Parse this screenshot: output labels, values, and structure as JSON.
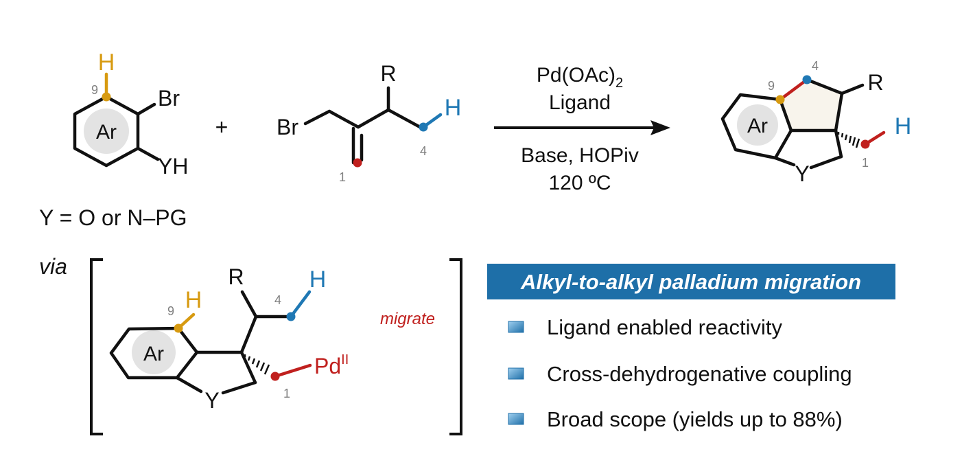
{
  "colors": {
    "gold": "#D79A10",
    "blue": "#1F78B4",
    "red": "#C0201E",
    "banner_bg": "#1E6FA8",
    "banner_text": "#FFFFFF",
    "ar_circle": "#E3E3E3",
    "ring_fill": "#F8F4EC",
    "bullet": "#2B7FB8"
  },
  "reactant1": {
    "h_label": "H",
    "locant_9": "9",
    "br_label": "Br",
    "yh_label": "YH",
    "ar_label": "Ar"
  },
  "plus": "+",
  "reactant2": {
    "br_label": "Br",
    "r_label": "R",
    "h_label": "H",
    "locant_4": "4",
    "locant_1": "1"
  },
  "conditions": {
    "catalyst": "Pd(OAc)",
    "catalyst_subscript": "2",
    "ligand": "Ligand",
    "base": "Base, HOPiv",
    "temperature": "120 ºC"
  },
  "product": {
    "ar_label": "Ar",
    "locant_9": "9",
    "locant_4": "4",
    "r_label": "R",
    "h_label": "H",
    "locant_1": "1",
    "y_label": "Y"
  },
  "y_definition": "Y = O or N–PG",
  "intermediate": {
    "via_label": "via",
    "ar_label": "Ar",
    "locant_9": "9",
    "h_gold": "H",
    "r_label": "R",
    "locant_4": "4",
    "h_blue": "H",
    "y_label": "Y",
    "locant_1": "1",
    "pd_label": "Pd",
    "pd_oxidation": "II",
    "migrate_label": "migrate"
  },
  "banner": {
    "title": "Alkyl-to-alkyl palladium migration"
  },
  "bullets": [
    "Ligand enabled reactivity",
    "Cross-dehydrogenative coupling",
    "Broad scope (yields up to 88%)"
  ]
}
